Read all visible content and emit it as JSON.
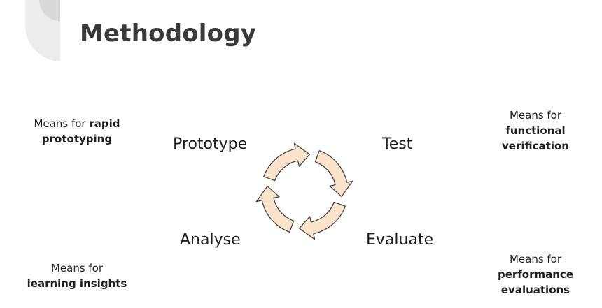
{
  "title": "Methodology",
  "colors": {
    "arrow_fill": "#fbe3cc",
    "arrow_stroke": "#3a3a3a",
    "corner_deco": "#e6e6e6"
  },
  "stages": {
    "prototype": "Prototype",
    "test": "Test",
    "analyse": "Analyse",
    "evaluate": "Evaluate"
  },
  "notes": {
    "top_left": {
      "prefix": "Means for ",
      "bold": "rapid prototyping"
    },
    "top_right": {
      "prefix": "Means for",
      "bold": "functional verification"
    },
    "bottom_left": {
      "prefix": "Means for",
      "bold": "learning insights"
    },
    "bottom_right": {
      "prefix": "Means for",
      "bold": "performance evaluations"
    }
  }
}
